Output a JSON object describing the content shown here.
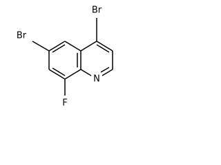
{
  "molecule": {
    "atoms": {
      "br_top": "Br",
      "br_left": "Br",
      "fluorine": "F",
      "nitrogen": "N"
    }
  }
}
